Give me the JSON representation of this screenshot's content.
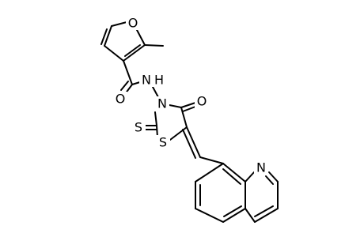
{
  "molecule": {
    "atoms": {
      "furan_o": "O",
      "amide_o": "O",
      "amide_n": "N",
      "nh_h": "H",
      "ring_n": "N",
      "ketone_o": "O",
      "thione_s": "S",
      "ring_s": "S",
      "quinoline_n": "N"
    }
  }
}
